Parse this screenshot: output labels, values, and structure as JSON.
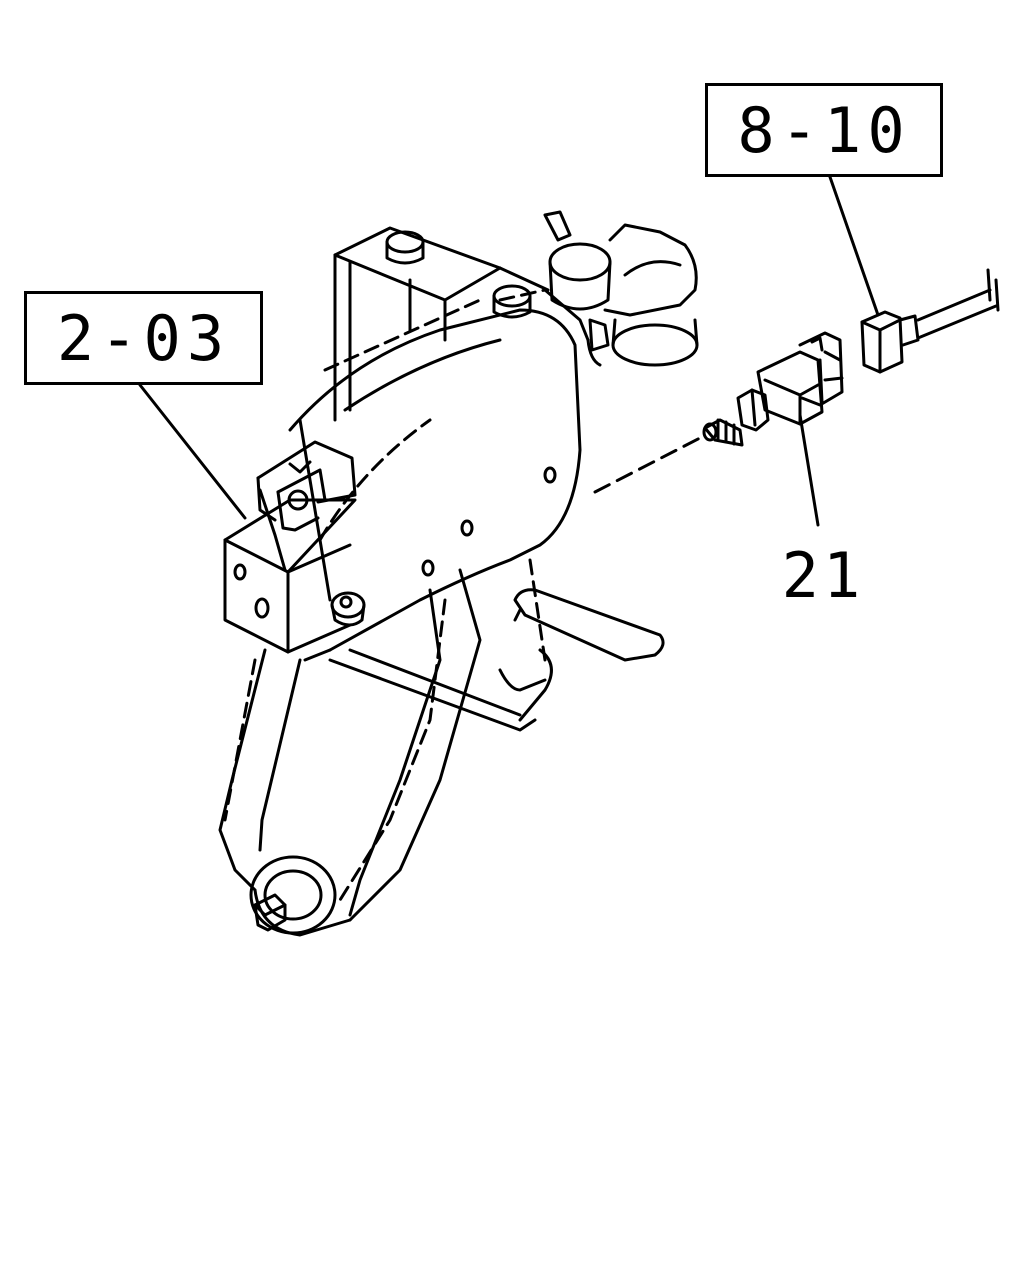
{
  "references": {
    "ref_2_03": "2-03",
    "ref_8_10": "8-10"
  },
  "parts": {
    "part_21": "21"
  },
  "colors": {
    "line": "#000000",
    "background": "#ffffff"
  }
}
